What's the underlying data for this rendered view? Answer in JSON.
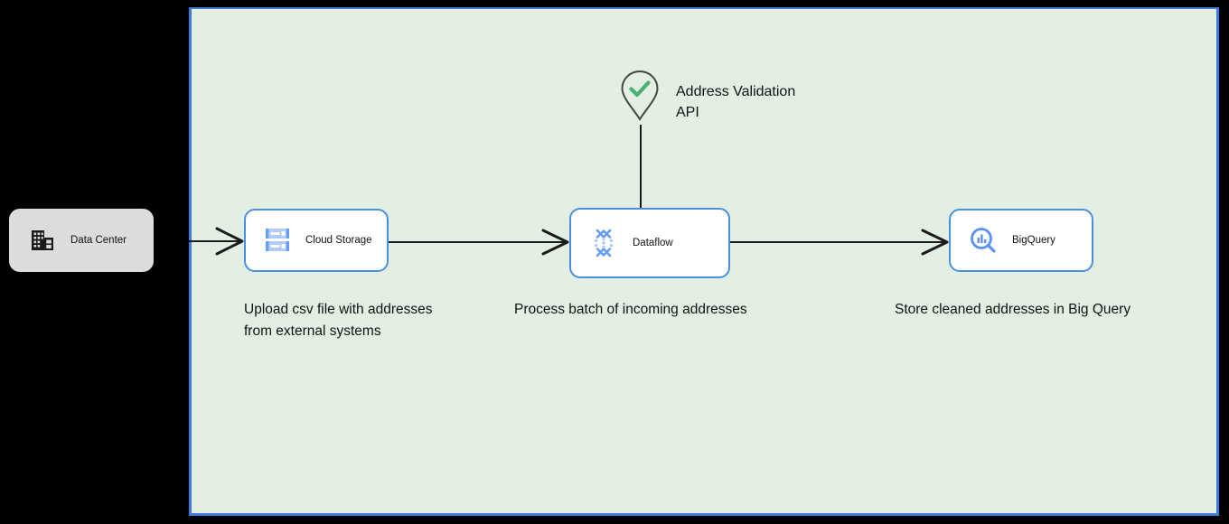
{
  "canvas": {
    "background_color": "#e3efe3",
    "border_color": "#3b7dd8",
    "page_background": "#000000"
  },
  "external": {
    "data_center": {
      "label": "Data Center",
      "icon": "building-icon",
      "background_color": "#dcdcdc",
      "icon_color": "#1a1a1a"
    }
  },
  "nodes": [
    {
      "id": "cloud-storage",
      "label": "Cloud Storage",
      "icon": "cloud-storage-icon",
      "icon_color": "#5b8ff9",
      "border_color": "#4a90e2",
      "caption": "Upload csv file with addresses\nfrom external systems"
    },
    {
      "id": "dataflow",
      "label": "Dataflow",
      "icon": "dataflow-icon",
      "icon_color": "#5b8ff9",
      "border_color": "#4a90e2",
      "caption": "Process batch of incoming addresses"
    },
    {
      "id": "bigquery",
      "label": "BigQuery",
      "icon": "bigquery-icon",
      "icon_color": "#5b8ff9",
      "border_color": "#4a90e2",
      "caption": "Store cleaned addresses in Big Query"
    }
  ],
  "api_service": {
    "label": "Address Validation\nAPI",
    "icon": "map-pin-check-icon",
    "pin_outline_color": "#3d4a3d",
    "check_color": "#4caf72"
  },
  "connectors": [
    {
      "id": "datacenter-to-storage",
      "from": "Data Center",
      "to": "Cloud Storage",
      "arrowhead": "open-v"
    },
    {
      "id": "storage-to-dataflow",
      "from": "Cloud Storage",
      "to": "Dataflow",
      "arrowhead": "open-v"
    },
    {
      "id": "dataflow-to-bigquery",
      "from": "Dataflow",
      "to": "BigQuery",
      "arrowhead": "open-v"
    },
    {
      "id": "api-to-dataflow",
      "from": "Address Validation API",
      "to": "Dataflow",
      "arrowhead": "none"
    }
  ]
}
